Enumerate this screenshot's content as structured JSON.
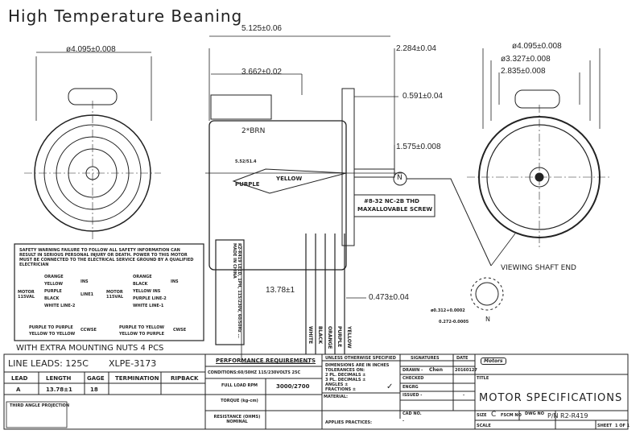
{
  "title": "High Temperature Beaning",
  "dimensions": {
    "front_dia": "ø4.095±0.008",
    "overall_len": "5.125±0.06",
    "body_len": "3.662±0.02",
    "flange": "2.284±0.04",
    "shaft_step": "0.591±0.04",
    "shaft_len": "1.575±0.008",
    "lead_len": "13.78±1",
    "lead_strip": "0.473±0.04",
    "rear_dia1": "ø4.095±0.008",
    "rear_dia2": "ø3.327±0.008",
    "rear_dia3": "2.835±0.008",
    "small_dia": "ø0.312+0.0002",
    "small_dia2": "0.272-0.0005"
  },
  "labels": {
    "brn": "2*BRN",
    "purple": "PURPLE",
    "yellow": "YELLOW",
    "ref": "5.52/51.4",
    "screw1": "#8-32 NC-2B THD",
    "screw2": "MAXALLOVABLE SCREW",
    "n": "N",
    "n2": "N",
    "viewing": "VIEWING SHAFT END",
    "wires": [
      "WHITE",
      "BLACK",
      "ORANGE",
      "PURPLE",
      "YELLOW"
    ],
    "nameplate": "R2-R419 LEED, 1PH, 115/230V, 60/50Hz ... MADE IN CHINA"
  },
  "safety": {
    "warning": "SAFETY WARNING FAILURE TO FOLLOW ALL SAFETY INFORMATION CAN RESULT IN SERIOUS PERSONAL INJURY OR DEATH. POWER TO THIS MOTOR MUST BE CONNECTED TO THE ELECTRICAL SERVICE GROUND BY A QUALIFIED ELECTRICIAN",
    "left": [
      "ORANGE",
      "YELLOW",
      "PURPLE",
      "BLACK",
      "WHITE LINE-2"
    ],
    "left_tags": [
      "INS",
      "LINE1"
    ],
    "right": [
      "ORANGE",
      "BLACK",
      "YELLOW INS",
      "PURPLE LINE-2",
      "WHITE LINE-1"
    ],
    "right_tags": [
      "INS"
    ],
    "motor": "MOTOR 115VAL",
    "cw_left": [
      "PURPLE TO PURPLE",
      "YELLOW TO YELLOW"
    ],
    "cw_left_tag": "CCWSE",
    "cw_right": [
      "PURPLE TO YELLOW",
      "YELLOW TO PURPLE"
    ],
    "cw_right_tag": "CWSE"
  },
  "extra_nuts": "WITH EXTRA MOUNTING NUTS 4 PCS",
  "leads": {
    "title": "LINE LEADS: 125C",
    "spec": "XLPE-3173",
    "headers": [
      "LEAD",
      "LENGTH",
      "GAGE",
      "TERMINATION",
      "RIPBACK"
    ],
    "row": [
      "A",
      "13.78±1",
      "18",
      "",
      ""
    ],
    "projection": "THIRD ANGLE PROJECTION"
  },
  "performance": {
    "title": "PERFORMANCE REQUIREMENTS",
    "conditions": "CONDITIONS:60/50HZ 115/230VOLTS 25C",
    "rows": [
      {
        "label": "FULL LOAD RPM",
        "value": "3000/2700"
      },
      {
        "label": "TORQUE (kg-cm)",
        "value": ""
      },
      {
        "label": "RESISTANCE (OHMS) NOMINAL",
        "value": ""
      }
    ]
  },
  "tolerance": {
    "title": "UNLESS OTHERWISE SPECIFIED",
    "lines": [
      "DIMENSIONS ARE IN INCHES",
      "TOLERANCES ON:",
      "2 PL. DECIMALS ±",
      "3 PL. DECIMALS ±",
      "ANGLES ±",
      "FRACTIONS ±"
    ],
    "check": "✓",
    "material": "MATERIAL:",
    "practices": "APPLIES PRACTICES:"
  },
  "signatures": {
    "title": "SIGNATURES",
    "date_title": "DATE",
    "rows": [
      {
        "label": "DRAWN -",
        "name": "Chen",
        "date": "20160127"
      },
      {
        "label": "CHECKED",
        "name": "",
        "date": ""
      },
      {
        "label": "ENGRG",
        "name": "",
        "date": ""
      },
      {
        "label": "ISSUED -",
        "name": "",
        "date": "-"
      }
    ],
    "cad": "CAD NO.",
    "cad_val": "-"
  },
  "titleblock": {
    "logo": "Motors",
    "title_label": "TITLE",
    "title": "MOTOR SPECIFICATIONS",
    "size_label": "SIZE",
    "size": "C",
    "fscm": "FSCM NO",
    "dwg": "DWG NO",
    "pn": "P/N R2-R419",
    "scale": "SCALE",
    "sheet": "SHEET",
    "sheet_val": "1 OF 1"
  }
}
